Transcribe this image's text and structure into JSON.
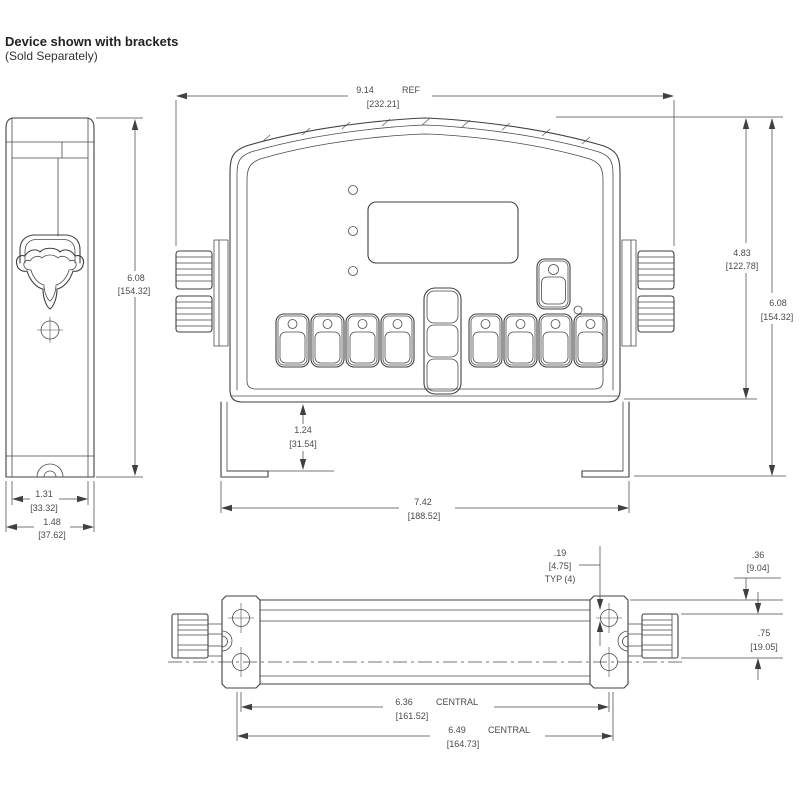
{
  "header": {
    "title": "Device shown with brackets",
    "subtitle": "(Sold Separately)"
  },
  "dimensions": {
    "overall_width": {
      "in": "9.14",
      "note": "REF",
      "mm": "[232.21]"
    },
    "bezel_height": {
      "in": "4.83",
      "mm": "[122.78]"
    },
    "overall_height_front": {
      "in": "6.08",
      "mm": "[154.32]"
    },
    "overall_height_side": {
      "in": "6.08",
      "mm": "[154.32]"
    },
    "side_depth_inner": {
      "in": "1.31",
      "mm": "[33.32]"
    },
    "side_depth_overall": {
      "in": "1.48",
      "mm": "[37.62]"
    },
    "bracket_drop": {
      "in": "1.24",
      "mm": "[31.54]"
    },
    "bracket_span": {
      "in": "7.42",
      "mm": "[188.52]"
    },
    "slot_gap": {
      "in": ".19",
      "note": "TYP (4)",
      "mm": "[4.75]"
    },
    "tab_offset": {
      "in": ".36",
      "mm": "[9.04]"
    },
    "knob_height": {
      "in": ".75",
      "mm": "[19.05]"
    },
    "hole_span_inner": {
      "in": "6.36",
      "note": "CENTRAL",
      "mm": "[161.52]"
    },
    "hole_span_outer": {
      "in": "6.49",
      "note": "CENTRAL",
      "mm": "[164.73]"
    }
  },
  "colors": {
    "line": "#404040",
    "text": "#4a4a4a",
    "background": "#ffffff"
  }
}
